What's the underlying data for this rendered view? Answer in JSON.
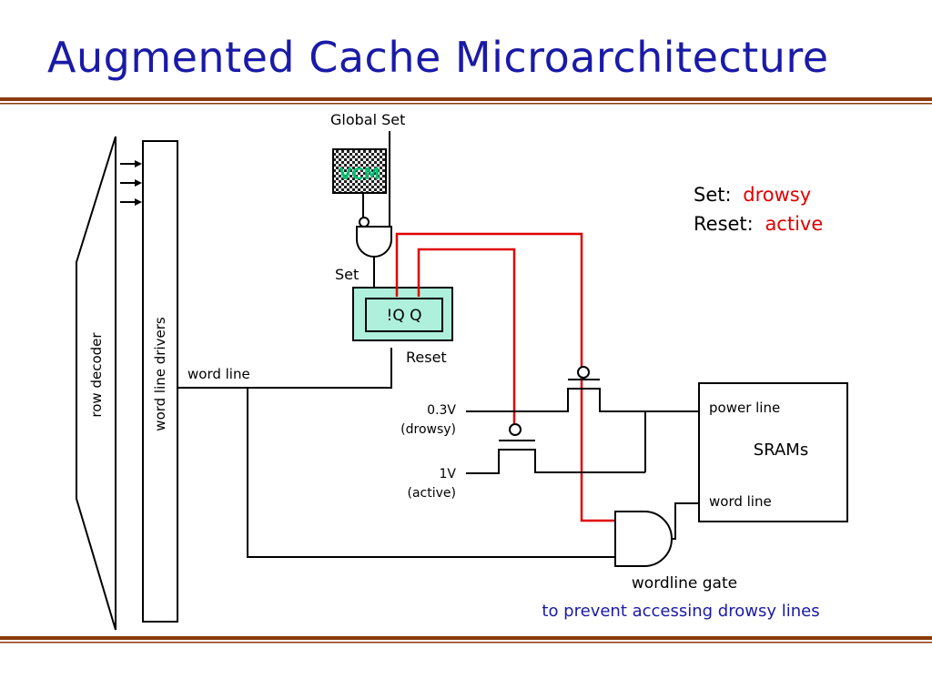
{
  "slide": {
    "title": "Augmented Cache Microarchitecture"
  },
  "diagram": {
    "global_set_label": "Global Set",
    "vcm_label": "VCM",
    "set_label": "Set",
    "flipflop_label": "!Q Q",
    "reset_label": "Reset",
    "row_decoder_label": "row decoder",
    "word_line_drivers_label": "word line drivers",
    "word_line_left_label": "word line",
    "voltage_drowsy_value": "0.3V",
    "voltage_drowsy_mode": "(drowsy)",
    "voltage_active_value": "1V",
    "voltage_active_mode": "(active)",
    "sram_power_line_label": "power line",
    "sram_label": "SRAMs",
    "sram_word_line_label": "word line",
    "wordline_gate_label": "wordline gate",
    "wordline_gate_caption": "to prevent accessing drowsy lines",
    "legend": {
      "set_prefix": "Set:",
      "set_value": "drowsy",
      "reset_prefix": "Reset:",
      "reset_value": "active"
    }
  },
  "colors": {
    "title": "#1a1aa8",
    "caption": "#1a1aa8",
    "highlight_wire": "#e00000",
    "legend_value": "#e00000",
    "flipflop_fill": "#aef0dc",
    "vcm_text": "#00c070",
    "rule": "#8b3a0a"
  }
}
